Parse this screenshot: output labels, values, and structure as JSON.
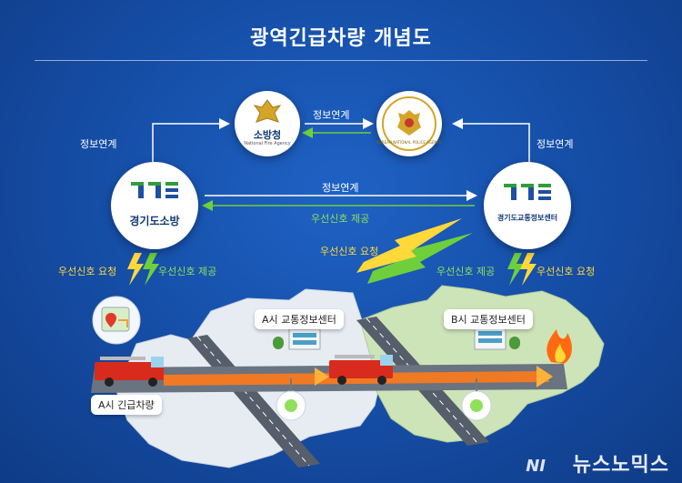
{
  "title": "광역긴급차량 개념도",
  "organizations": {
    "fire_agency": {
      "name": "소방청",
      "subtitle": "National Fire Agency"
    },
    "police": {
      "subtitle": "KOREAN NATIONAL POLICE AGENCY"
    },
    "gyeonggi_fire": {
      "name": "경기도소방"
    },
    "gyeonggi_traffic": {
      "name": "경기도교통정보센터"
    }
  },
  "links": {
    "top_center": "정보연계",
    "left": "정보연계",
    "right": "정보연계",
    "middle": "정보연계",
    "signal_provide_middle": "우선신호 제공"
  },
  "signals": {
    "left_request": "우선신호 요청",
    "left_provide": "우선신호 제공",
    "center_request": "우선신호 요청",
    "right_provide": "우선신호 제공",
    "right_request": "우선신호 요청"
  },
  "map": {
    "city_a_center": "A시 교통정보센터",
    "city_b_center": "B시 교통정보센터",
    "vehicle_label": "A시 긴급차량"
  },
  "watermark": {
    "logo": "NI",
    "text": "뉴스노믹스"
  },
  "colors": {
    "background": "#1650aa",
    "arrow_green": "#6fcf3a",
    "arrow_yellow": "#ffd83a",
    "route_orange": "#ff7a1a",
    "logo_green": "#2f9e3a",
    "logo_blue": "#1f4fa3"
  }
}
